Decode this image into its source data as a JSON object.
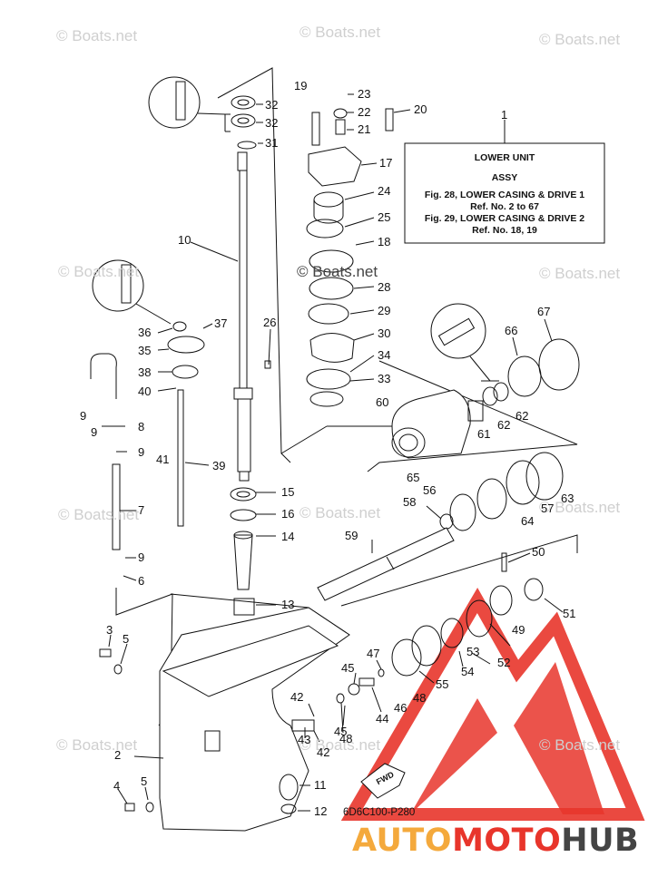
{
  "watermark": "© Boats.net",
  "info_box": {
    "callout": "1",
    "title_line1": "LOWER UNIT",
    "title_line2": "ASSY",
    "ref_line1": "Fig. 28, LOWER CASING & DRIVE 1",
    "ref_line2": "Ref. No. 2 to 67",
    "ref_line3": "Fig. 29, LOWER CASING & DRIVE 2",
    "ref_line4": "Ref. No. 18, 19"
  },
  "diagram_code": "6D6C100-P280",
  "fwd_label": "FWD",
  "brand": {
    "part1": "AUTO",
    "part2": "MOTO",
    "part3": "HUB",
    "color1": "#f4a93c",
    "color2": "#e8352b",
    "color3": "#444444"
  },
  "callouts": [
    "2",
    "3",
    "4",
    "5",
    "5",
    "6",
    "7",
    "8",
    "9",
    "9",
    "9",
    "9",
    "10",
    "11",
    "12",
    "13",
    "14",
    "15",
    "16",
    "17",
    "18",
    "19",
    "20",
    "21",
    "22",
    "23",
    "24",
    "25",
    "26",
    "28",
    "29",
    "30",
    "31",
    "32",
    "32",
    "33",
    "34",
    "36",
    "35",
    "37",
    "38",
    "39",
    "40",
    "41",
    "42",
    "42",
    "43",
    "44",
    "45",
    "45",
    "46",
    "47",
    "48",
    "48",
    "49",
    "50",
    "51",
    "52",
    "53",
    "54",
    "55",
    "56",
    "57",
    "58",
    "59",
    "60",
    "61",
    "62",
    "62",
    "63",
    "64",
    "65",
    "66",
    "67"
  ],
  "colors": {
    "line": "#111111",
    "watermark": "#cfcfcf",
    "logo_red": "#e8352b",
    "logo_orange": "#f4a93c",
    "logo_dark": "#444444"
  }
}
